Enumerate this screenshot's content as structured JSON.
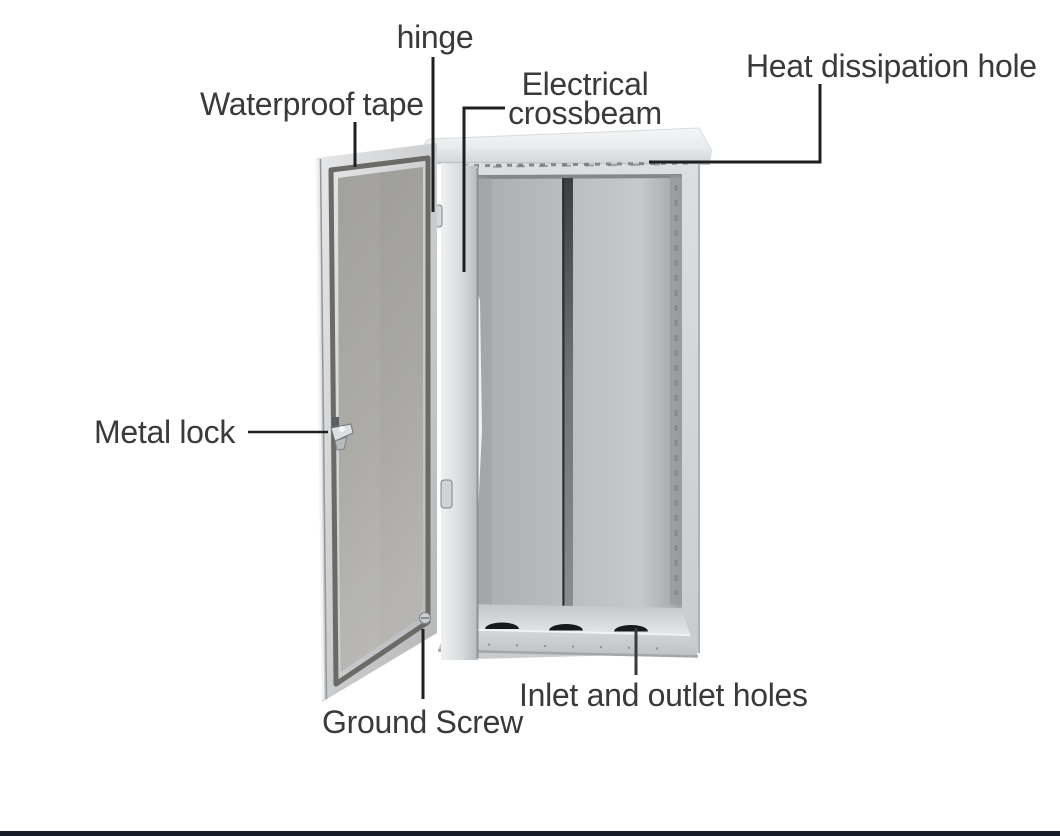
{
  "page": {
    "background": "#ffffff",
    "bottom_bar_color": "#161d27"
  },
  "diagram": {
    "subject": "Stainless steel outdoor electrical distribution cabinet with open door, parts annotated",
    "colors": {
      "label_text": "#3a3a3a",
      "leader_line": "#1f1f1f",
      "door_panel": "#a8a7a3",
      "cabinet_frame": "#d5d8da",
      "interior_panel": "#bcbfc1",
      "crossbeam_dark": "#4a4d4f",
      "hole_dark": "#17191b",
      "lid_light": "#eef0f2"
    },
    "callouts": [
      {
        "id": "hinge",
        "text": "hinge"
      },
      {
        "id": "waterproof-tape",
        "text": "Waterproof tape"
      },
      {
        "id": "electrical-crossbeam",
        "text": "Electrical crossbeam",
        "line1": "Electrical",
        "line2": "crossbeam"
      },
      {
        "id": "heat-dissipation-hole",
        "text": "Heat dissipation hole"
      },
      {
        "id": "metal-lock",
        "text": "Metal lock"
      },
      {
        "id": "ground-screw",
        "text": "Ground Screw"
      },
      {
        "id": "inlet-outlet-holes",
        "text": "Inlet and outlet holes"
      }
    ]
  }
}
